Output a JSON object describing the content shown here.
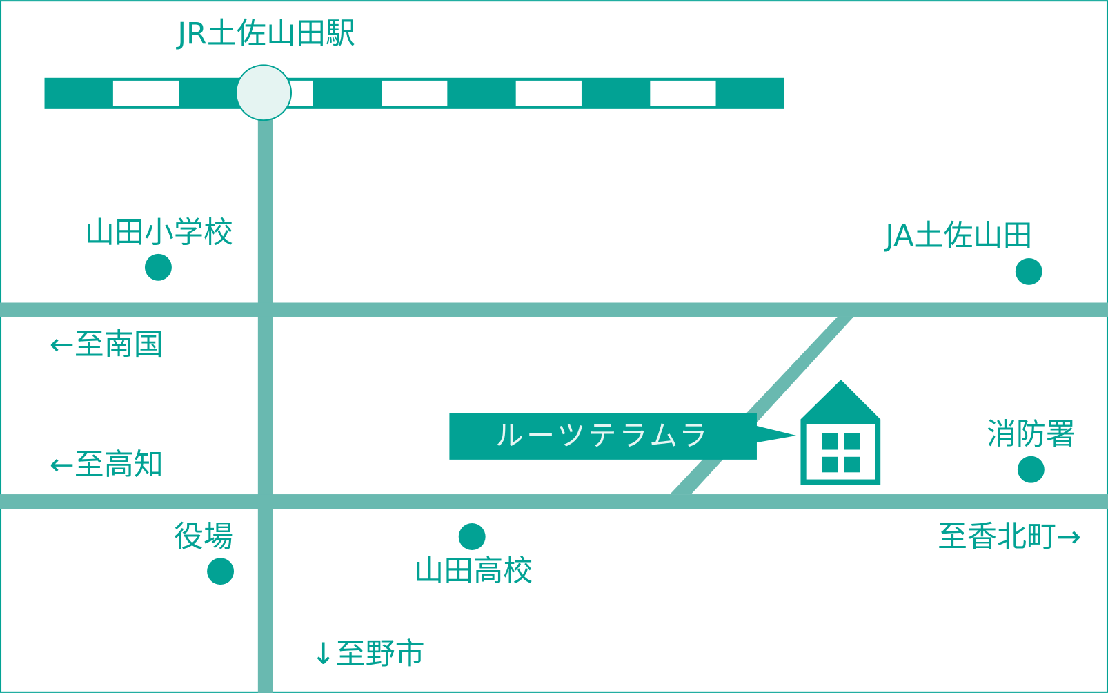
{
  "colors": {
    "accent": "#02a294",
    "road": "#69b9b0",
    "station_fill": "#e5f4f2",
    "label_text": "#e6f5f3"
  },
  "station": {
    "name": "JR土佐山田駅"
  },
  "facility": {
    "name": "ルーツテラムラ"
  },
  "landmarks": [
    {
      "name": "山田小学校"
    },
    {
      "name": "JA土佐山田"
    },
    {
      "name": "消防署"
    },
    {
      "name": "役場"
    },
    {
      "name": "山田高校"
    }
  ],
  "directions": [
    {
      "text": "←至南国"
    },
    {
      "text": "←至高知"
    },
    {
      "text": "至香北町→"
    },
    {
      "text": "↓至野市"
    }
  ]
}
